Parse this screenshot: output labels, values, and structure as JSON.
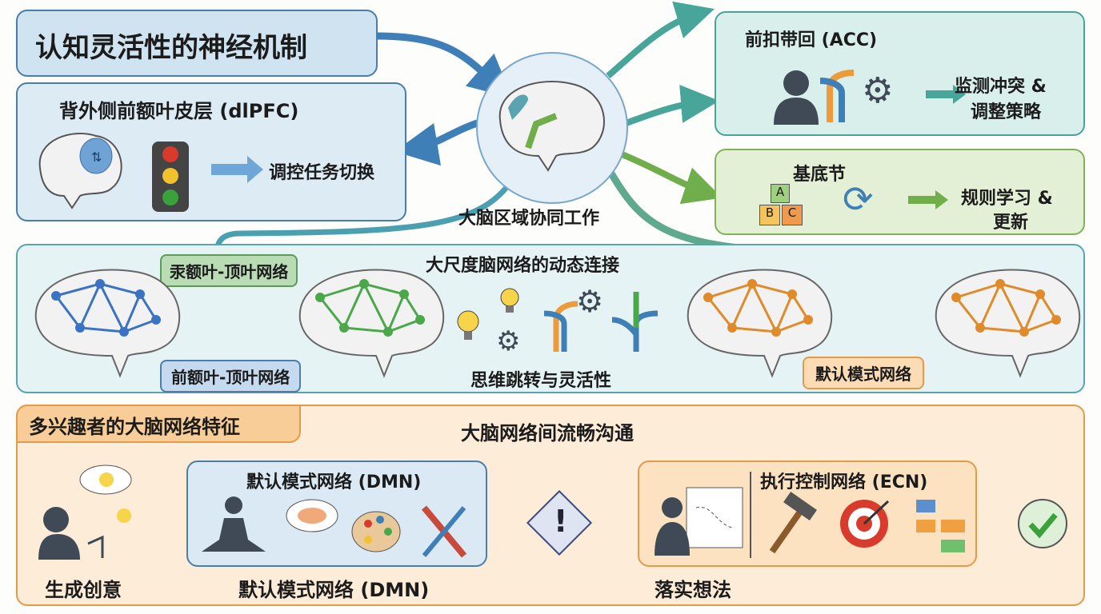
{
  "title": "认知灵活性的神经机制",
  "dlpfc": {
    "title": "背外侧前额叶皮层 (dlPFC)",
    "desc": "调控任务切换"
  },
  "center": {
    "label": "大脑区域协同工作"
  },
  "acc": {
    "title": "前扣带回 (ACC)",
    "desc_line1": "监测冲突 &",
    "desc_line2": "调整策略"
  },
  "basal": {
    "title": "基底节",
    "desc_line1": "规则学习 &",
    "desc_line2": "更新",
    "blocks": [
      "A",
      "B",
      "C"
    ]
  },
  "network": {
    "title": "大尺度脑网络的动态连接",
    "label_green": "汞额叶-顶叶网络",
    "label_blue": "前额叶-顶叶网络",
    "label_orange": "默认模式网络",
    "caption": "思维跳转与灵活性"
  },
  "bottom": {
    "tag": "多兴趣者的大脑网络特征",
    "flow_label": "大脑网络间流畅沟通",
    "dmn_title": "默认模式网络 (DMN)",
    "ecn_title": "执行控制网络 (ECN)",
    "caption_idea": "生成创意",
    "caption_dmn": "默认模式网络 (DMN)",
    "caption_implement": "落实想法",
    "alert_symbol": "!"
  },
  "colors": {
    "blue": "#4a86c0",
    "teal": "#4aa39a",
    "green": "#6fae4a",
    "orange": "#ec9a3a"
  }
}
